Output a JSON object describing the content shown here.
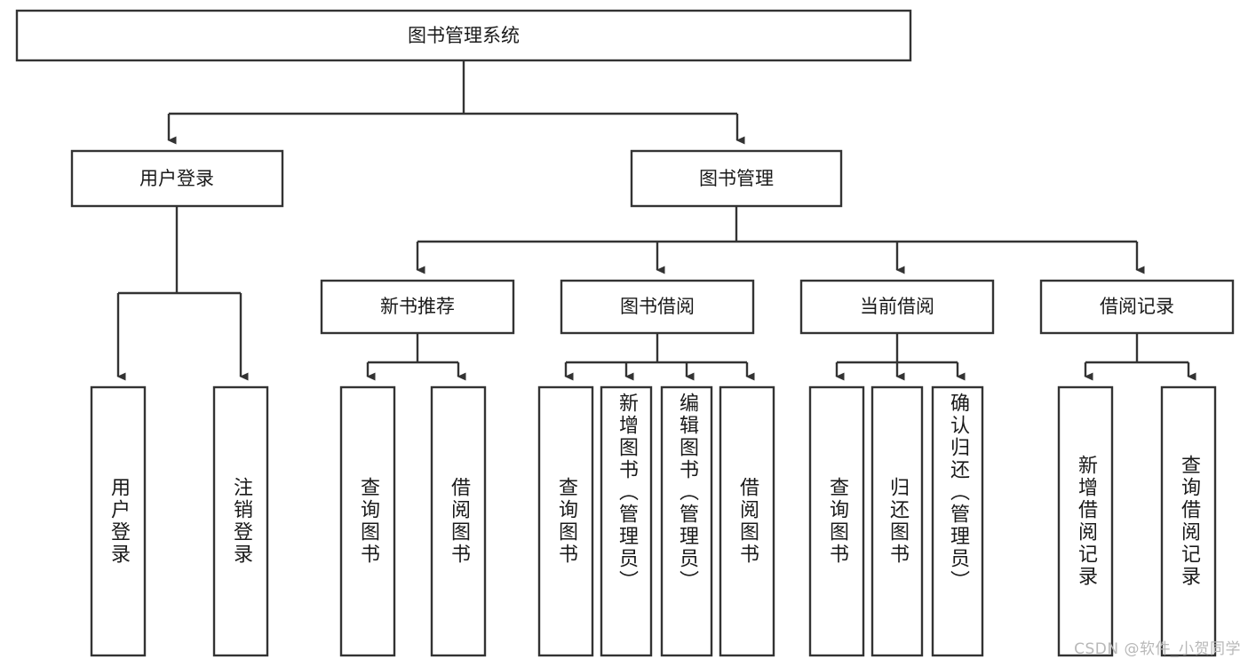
{
  "diagram": {
    "type": "tree",
    "title": "图书管理系统",
    "watermark": "CSDN @软件_小贺同学",
    "root": {
      "id": "root",
      "label": "图书管理系统",
      "orientation": "horizontal"
    },
    "level2": [
      {
        "id": "user-login",
        "label": "用户登录",
        "orientation": "horizontal"
      },
      {
        "id": "book-manage",
        "label": "图书管理",
        "orientation": "horizontal"
      }
    ],
    "level3": [
      {
        "id": "new-book-rec",
        "label": "新书推荐",
        "orientation": "horizontal",
        "parent": "book-manage"
      },
      {
        "id": "book-borrow",
        "label": "图书借阅",
        "orientation": "horizontal",
        "parent": "book-manage"
      },
      {
        "id": "current-borrow",
        "label": "当前借阅",
        "orientation": "horizontal",
        "parent": "book-manage"
      },
      {
        "id": "borrow-record",
        "label": "借阅记录",
        "orientation": "horizontal",
        "parent": "book-manage"
      }
    ],
    "leaves": [
      {
        "id": "leaf-user-login",
        "label": "用户登录",
        "orientation": "vertical",
        "parent": "user-login"
      },
      {
        "id": "leaf-user-logout",
        "label": "注销登录",
        "orientation": "vertical",
        "parent": "user-login"
      },
      {
        "id": "leaf-query-book-1",
        "label": "查询图书",
        "orientation": "vertical",
        "parent": "new-book-rec"
      },
      {
        "id": "leaf-borrow-book-1",
        "label": "借阅图书",
        "orientation": "vertical",
        "parent": "new-book-rec"
      },
      {
        "id": "leaf-query-book-2",
        "label": "查询图书",
        "orientation": "vertical",
        "parent": "book-borrow"
      },
      {
        "id": "leaf-add-book",
        "label": "新增图书（管理员）",
        "orientation": "vertical",
        "parent": "book-borrow"
      },
      {
        "id": "leaf-edit-book",
        "label": "编辑图书（管理员）",
        "orientation": "vertical",
        "parent": "book-borrow"
      },
      {
        "id": "leaf-borrow-book-2",
        "label": "借阅图书",
        "orientation": "vertical",
        "parent": "book-borrow"
      },
      {
        "id": "leaf-query-book-3",
        "label": "查询图书",
        "orientation": "vertical",
        "parent": "current-borrow"
      },
      {
        "id": "leaf-return-book",
        "label": "归还图书",
        "orientation": "vertical",
        "parent": "current-borrow"
      },
      {
        "id": "leaf-confirm-return",
        "label": "确认归还（管理员）",
        "orientation": "vertical",
        "parent": "current-borrow"
      },
      {
        "id": "leaf-add-record",
        "label": "新增借阅记录",
        "orientation": "vertical",
        "parent": "borrow-record"
      },
      {
        "id": "leaf-query-record",
        "label": "查询借阅记录",
        "orientation": "vertical",
        "parent": "borrow-record"
      }
    ],
    "colors": {
      "stroke": "#333333",
      "box_fill": "#ffffff",
      "text": "#1a1a1a",
      "background": "#ffffff",
      "watermark": "#b8b8b8"
    }
  }
}
